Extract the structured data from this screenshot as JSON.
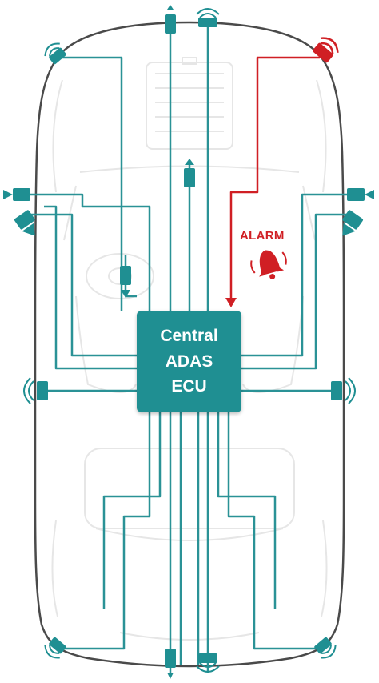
{
  "ecu": {
    "line1": "Central",
    "line2": "ADAS",
    "line3": "ECU"
  },
  "alarm": {
    "label": "ALARM"
  },
  "colors": {
    "wire": "#2a9296",
    "sensor": "#1f8f92",
    "alert": "#d01f24",
    "car_outline": "#4a4a4a",
    "car_ghost": "#e4e4e4"
  },
  "icons": [
    "radar-sensor-icon",
    "camera-icon",
    "bell-icon",
    "arrow-down-icon"
  ]
}
